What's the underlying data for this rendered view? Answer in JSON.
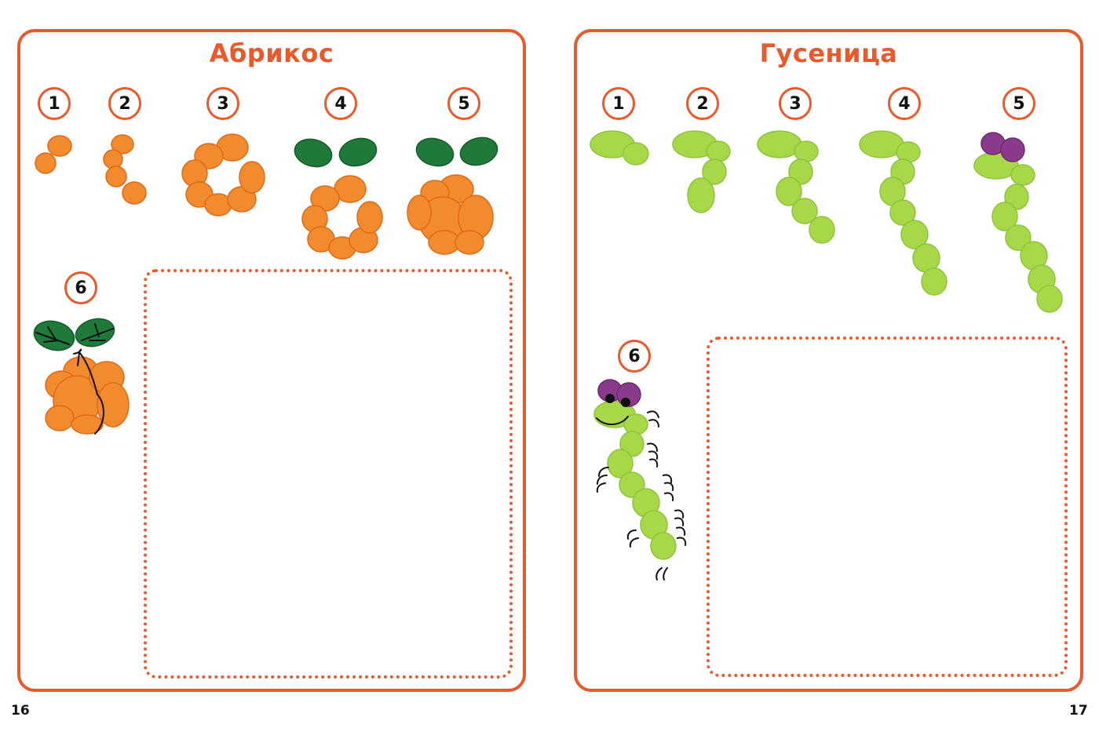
{
  "pages": [
    {
      "title": "Абрикос",
      "steps": [
        "1",
        "2",
        "3",
        "4",
        "5",
        "6"
      ],
      "page_number": "16"
    },
    {
      "title": "Гусеница",
      "steps": [
        "1",
        "2",
        "3",
        "4",
        "5",
        "6"
      ],
      "page_number": "17"
    }
  ],
  "colors": {
    "frame": "#e85a2c",
    "apricot": "#f28a2e",
    "apricot_dark": "#e06a1a",
    "leaf": "#1f7a3a",
    "caterpillar": "#a8d84a",
    "caterpillar_dark": "#8cc43a",
    "head_purple": "#8a3a8a"
  },
  "icons": [
    "fingerprint-blob",
    "leaf-icon",
    "caterpillar-icon"
  ]
}
